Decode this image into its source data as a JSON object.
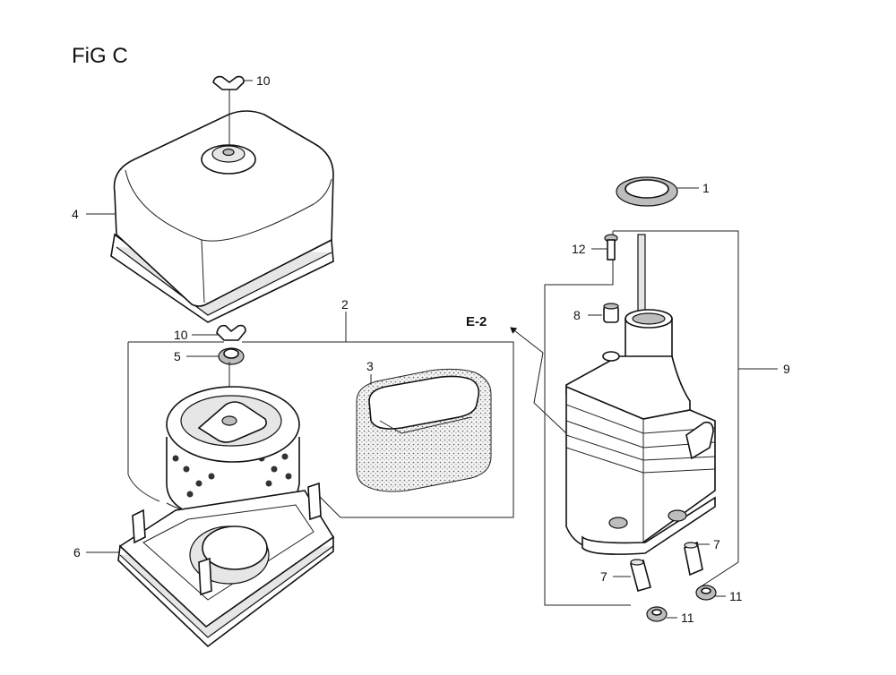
{
  "figure": {
    "title": "FiG C",
    "ref_label": "E-2"
  },
  "callouts": [
    "10",
    "4",
    "10",
    "5",
    "2",
    "3",
    "6",
    "1",
    "12",
    "8",
    "9",
    "7",
    "7",
    "11",
    "11"
  ]
}
